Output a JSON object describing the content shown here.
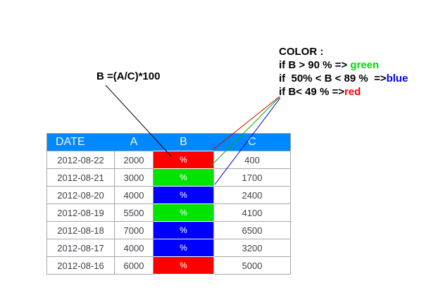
{
  "annotations": {
    "formula": "B =(A/C)*100",
    "legend": {
      "title": "COLOR :",
      "rules": [
        {
          "condition": "if B > 90 % => ",
          "value": "green",
          "color": "#00dd00"
        },
        {
          "condition": "if  50% < B < 89 %  =>",
          "value": "blue",
          "color": "#0000ff"
        },
        {
          "condition": "if B< 49 % =>",
          "value": "red",
          "color": "#ff0000"
        }
      ]
    }
  },
  "table": {
    "headers": [
      "DATE",
      "A",
      "B",
      "C"
    ],
    "rows": [
      {
        "date": "2012-08-22",
        "a": "2000",
        "b": "%",
        "b_color": "red",
        "c": "400"
      },
      {
        "date": "2012-08-21",
        "a": "3000",
        "b": "%",
        "b_color": "green",
        "c": "1700"
      },
      {
        "date": "2012-08-20",
        "a": "4000",
        "b": "%",
        "b_color": "blue",
        "c": "2400"
      },
      {
        "date": "2012-08-19",
        "a": "5500",
        "b": "%",
        "b_color": "green",
        "c": "4100"
      },
      {
        "date": "2012-08-18",
        "a": "7000",
        "b": "%",
        "b_color": "blue",
        "c": "6500"
      },
      {
        "date": "2012-08-17",
        "a": "4000",
        "b": "%",
        "b_color": "blue",
        "c": "3200"
      },
      {
        "date": "2012-08-16",
        "a": "6000",
        "b": "%",
        "b_color": "red",
        "c": "5000"
      }
    ]
  },
  "colors": {
    "header_bg": "#0088ff",
    "header_text": "#f0f7ff",
    "cell_red": "#ff0000",
    "cell_green": "#00e400",
    "cell_blue": "#0000ff",
    "body_text": "#3f3f4a",
    "border": "#a6a6a6",
    "line_black": "#000000",
    "line_red": "#d40000",
    "line_green": "#00b400",
    "line_blue": "#0000c8"
  }
}
